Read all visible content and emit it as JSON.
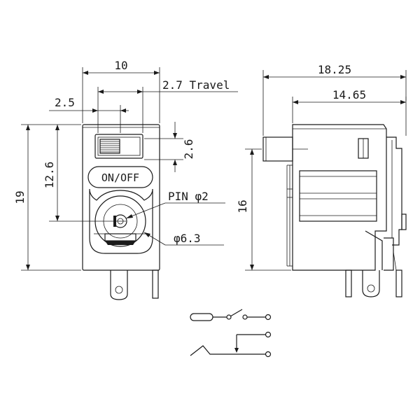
{
  "front_view": {
    "dimensions": {
      "width": "10",
      "pin_offset": "2.5",
      "travel": "2.7 Travel",
      "switch_height": "2.6",
      "pin_height": "12.6",
      "total_height": "19"
    },
    "labels": {
      "switch": "ON/OFF",
      "pin": "PIN φ2",
      "hole": "φ6.3"
    }
  },
  "side_view": {
    "dimensions": {
      "overall_length": "18.25",
      "body_length": "14.65",
      "height": "16"
    }
  },
  "schematic": {
    "nodes": 3,
    "contacts": [
      "switch",
      "sleeve",
      "tip"
    ]
  }
}
